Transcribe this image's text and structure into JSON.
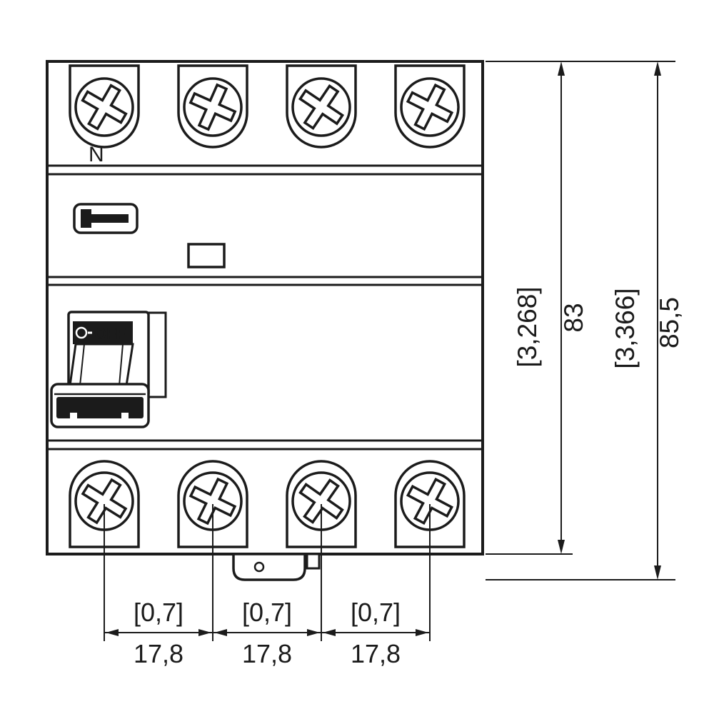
{
  "drawing": {
    "labels": {
      "neutral": "N",
      "switch_off": "OFF"
    },
    "dims": {
      "device_height": {
        "inches": "[3,268]",
        "mm": "83"
      },
      "overall_height": {
        "inches": "[3,366]",
        "mm": "85,5"
      },
      "pitch": [
        {
          "inches": "[0,7]",
          "mm": "17,8"
        },
        {
          "inches": "[0,7]",
          "mm": "17,8"
        },
        {
          "inches": "[0,7]",
          "mm": "17,8"
        }
      ]
    },
    "colors": {
      "line": "#1b1b1b",
      "background": "#ffffff"
    }
  }
}
